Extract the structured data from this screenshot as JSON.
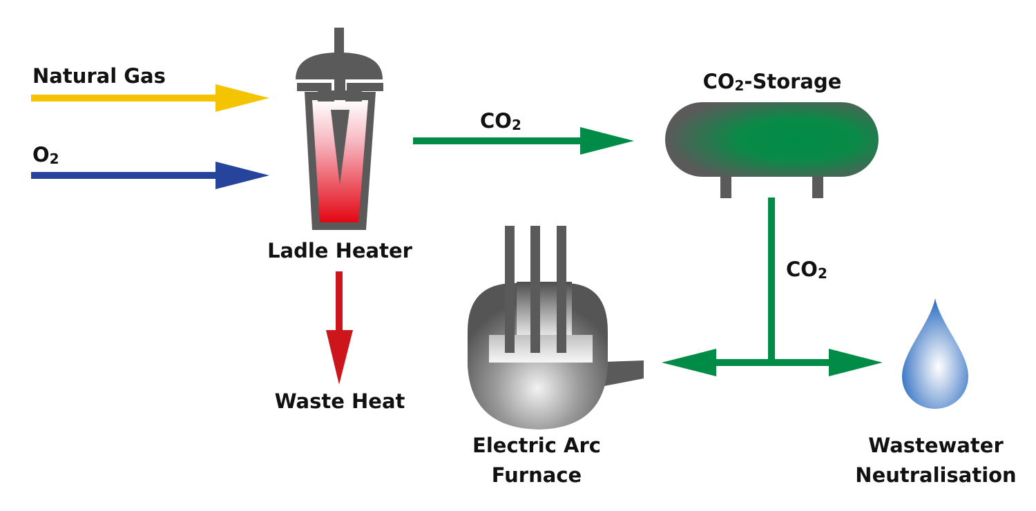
{
  "colors": {
    "natural_gas": "#f5c400",
    "oxygen": "#26449b",
    "co2": "#008c47",
    "waste_heat": "#cc161c",
    "equipment": "#5a5a5a",
    "water": "#2f6fc2"
  },
  "inputs": {
    "natural_gas": "Natural Gas",
    "oxygen": {
      "base": "O",
      "sub": "2"
    }
  },
  "flows": {
    "heater_to_storage": {
      "base": "CO",
      "sub": "2"
    },
    "storage_down": {
      "base": "CO",
      "sub": "2"
    }
  },
  "nodes": {
    "ladle_heater": "Ladle Heater",
    "waste_heat": "Waste Heat",
    "co2_storage": {
      "base": "CO",
      "sub": "2",
      "rest": "-Storage"
    },
    "eaf_line1": "Electric Arc",
    "eaf_line2": "Furnace",
    "ww_line1": "Wastewater",
    "ww_line2": "Neutralisation"
  }
}
